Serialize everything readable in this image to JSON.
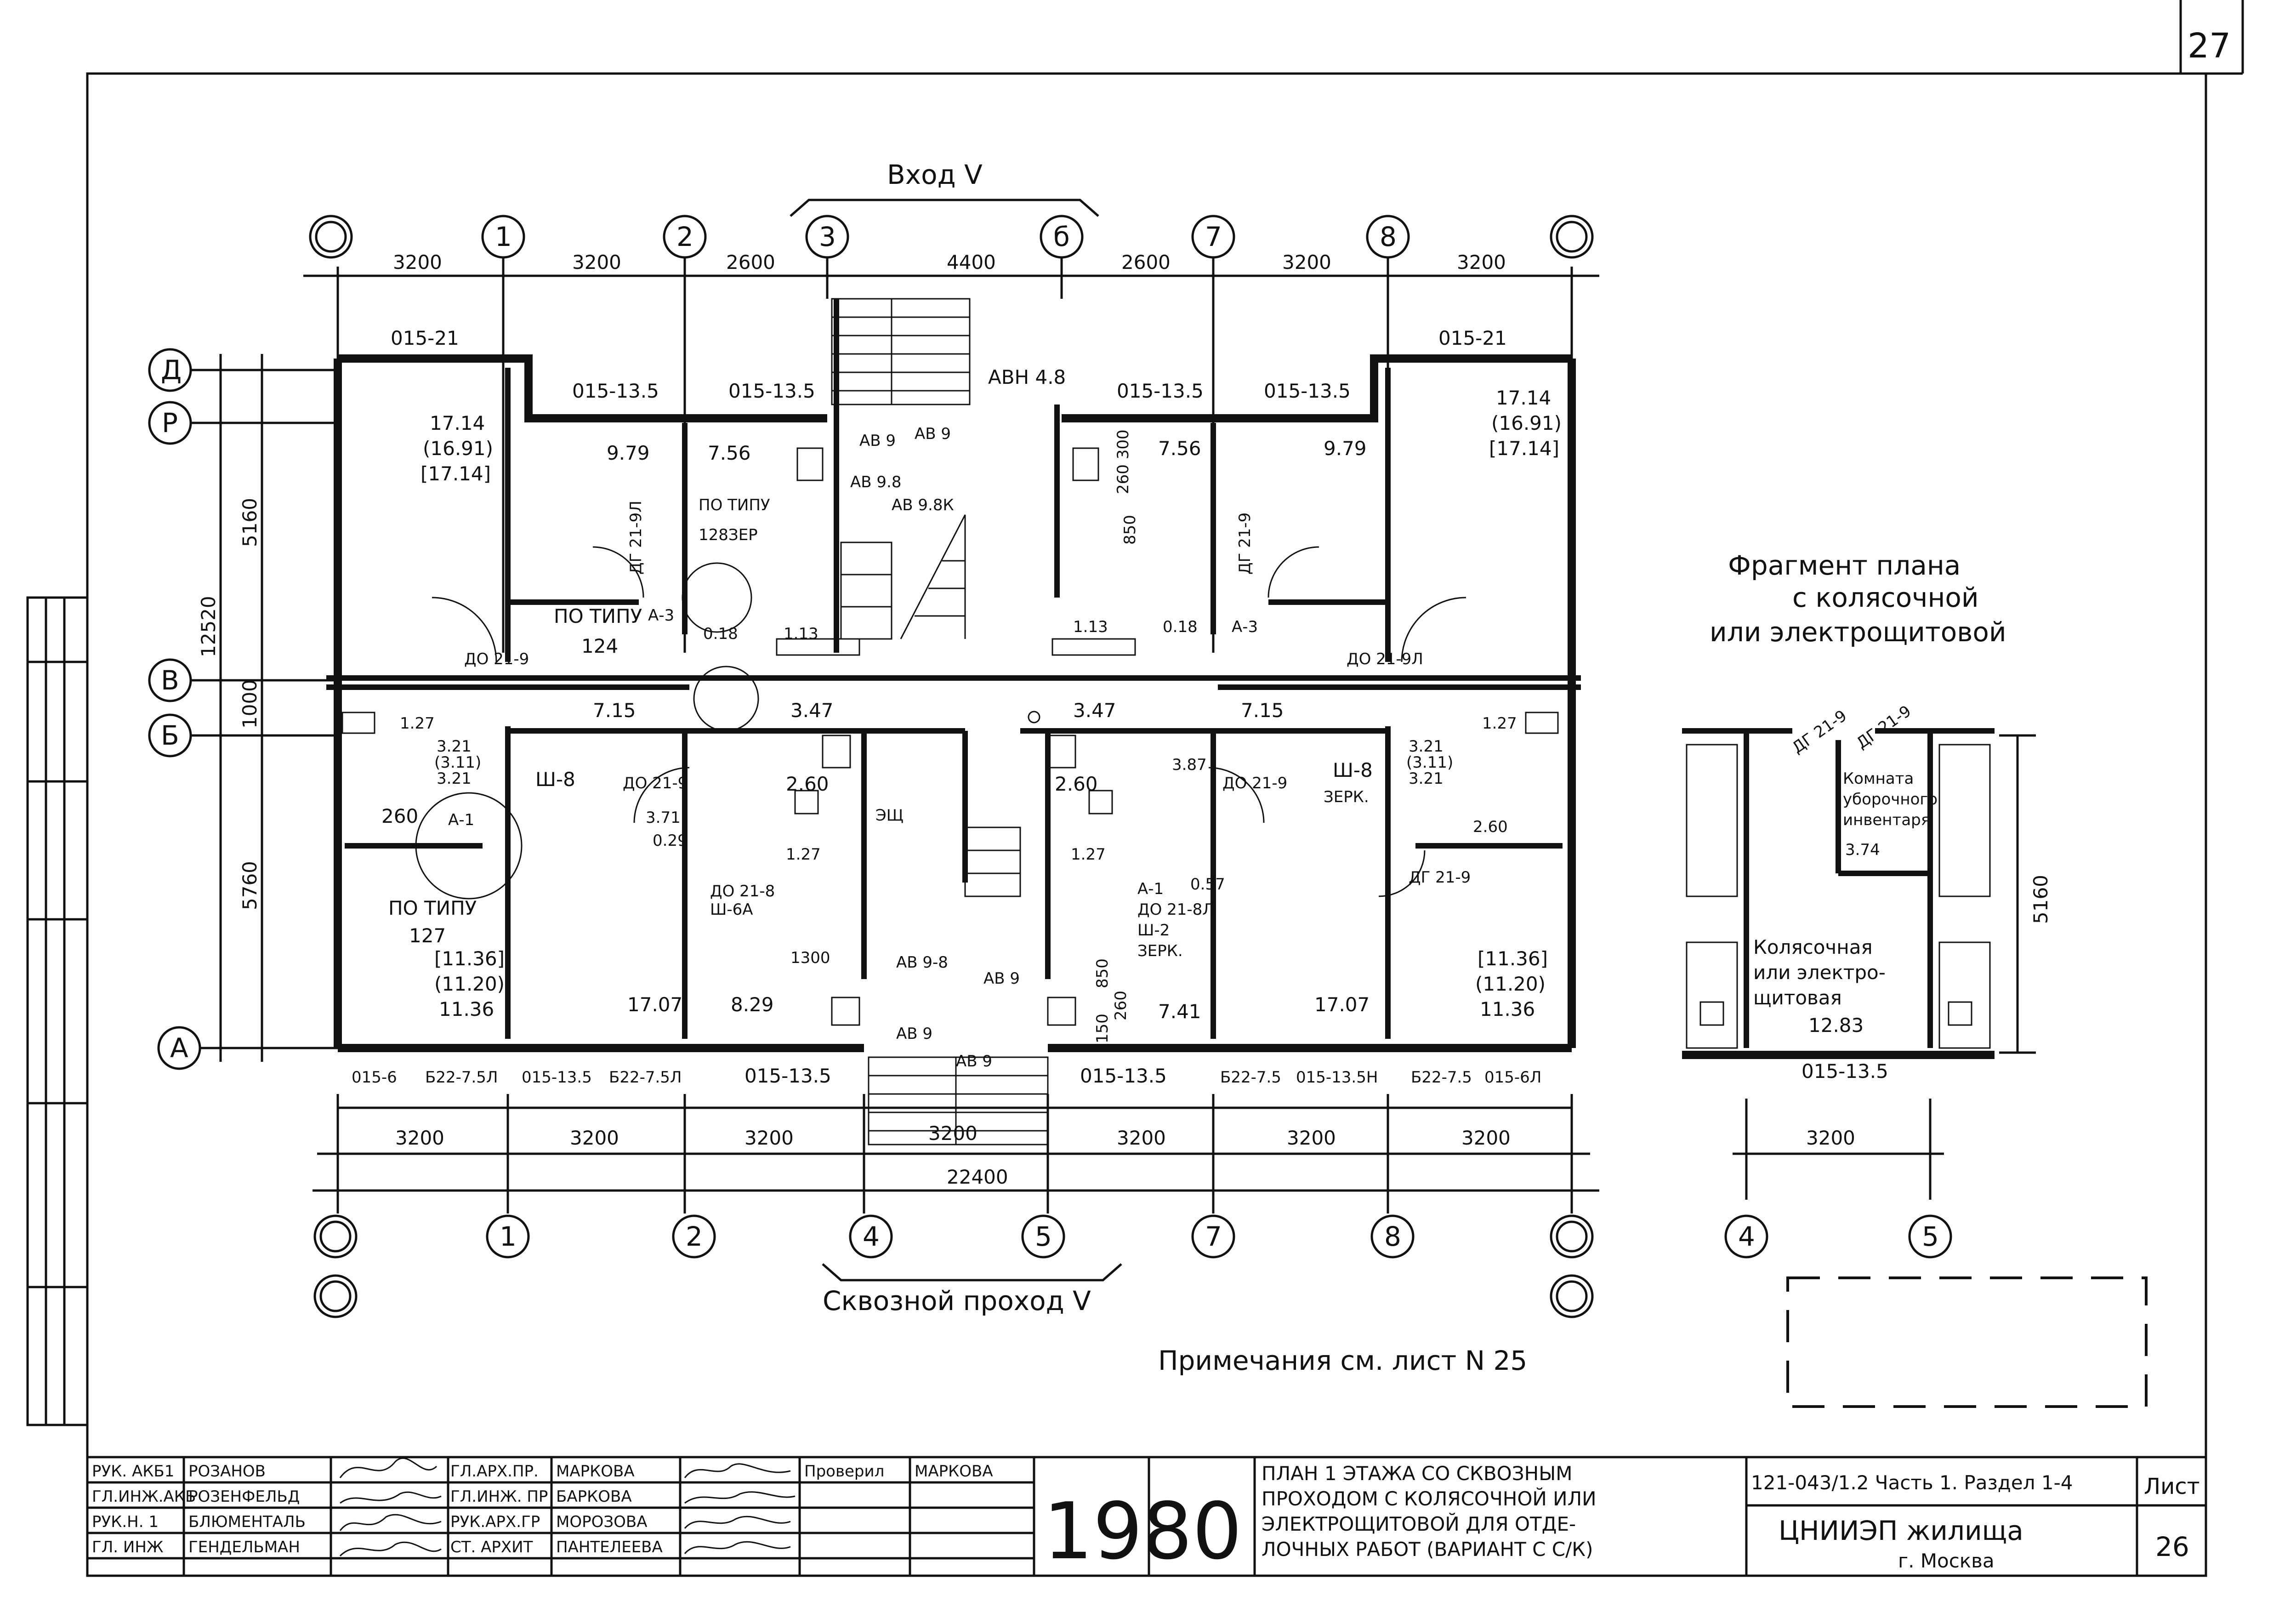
{
  "sheet": {
    "corner_number": "27",
    "entrance_label": "Вход V",
    "passage_label": "Сквозной проход V",
    "notes": "Примечания см. лист N 25",
    "fragment_title": [
      "Фрагмент плана",
      "с колясочной",
      "или электрощитовой"
    ]
  },
  "axes": {
    "top": [
      "1",
      "2",
      "3",
      "б",
      "7",
      "8"
    ],
    "bottom": [
      "1",
      "2",
      "4",
      "5",
      "7",
      "8"
    ],
    "left": [
      "Д",
      "Р",
      "В",
      "Б",
      "А"
    ],
    "fragment": [
      "4",
      "5"
    ]
  },
  "dimensions": {
    "top": [
      "3200",
      "3200",
      "2600",
      "4400",
      "2600",
      "3200",
      "3200"
    ],
    "bottom": [
      "3200",
      "3200",
      "3200",
      "3200",
      "3200",
      "3200",
      "3200"
    ],
    "total": "22400",
    "left_outer": "12520",
    "left_inner": [
      "5160",
      "1000",
      "5760"
    ],
    "fragment_width": "3200",
    "fragment_height": "5160"
  },
  "plan_labels": [
    "015-21",
    "015-13.5",
    "015-13.5",
    "АВН 4.8",
    "015-13.5",
    "015-13.5",
    "015-21",
    "17.14",
    "(16.91)",
    "[17.14]",
    "9.79",
    "7.56",
    "7.56",
    "9.79",
    "17.14",
    "(16.91)",
    "[17.14]",
    "ДГ 21-9Л",
    "ПО ТИПУ",
    "128ЗЕР",
    "АВ 9",
    "АВ 9",
    "АВ 9.8",
    "АВ 9.8К",
    "260 300",
    "850",
    "ДГ 21-9",
    "ПО ТИПУ",
    "124",
    "А-3",
    "0.18",
    "1.13",
    "1.13",
    "0.18",
    "А-3",
    "ДО 21-9",
    "ДО 21-9Л",
    "7.15",
    "3.47",
    "3.47",
    "7.15",
    "1.27",
    "3.21",
    "(3.11)",
    "3.21",
    "1.27",
    "3.21",
    "(3.11)",
    "3.21",
    "Ш-8",
    "ДО 21-9",
    "2.60",
    "3.71",
    "ЭЩ",
    "2.60",
    "3.87",
    "ДО 21-9",
    "Ш-8",
    "ЗЕРК.",
    "260",
    "А-1",
    "0.29",
    "1.27",
    "ДО 21-8",
    "Ш-6А",
    "1.27",
    "А-1",
    "0.57",
    "ДО 21-8Л",
    "Ш-2",
    "ЗЕРК.",
    "2.60",
    "ДГ 21-9",
    "ПО ТИПУ",
    "127",
    "1300",
    "АВ 9-8",
    "АВ 9",
    "АВ 9",
    "АВ 9",
    "850",
    "260",
    "150",
    "[11.36]",
    "(11.20)",
    "11.36",
    "17.07",
    "8.29",
    "7.41",
    "17.07",
    "[11.36]",
    "(11.20)",
    "11.36",
    "015-6",
    "Б22-7.5Л",
    "015-13.5",
    "Б22-7.5Л",
    "015-13.5",
    "015-13.5",
    "Б22-7.5",
    "015-13.5Н",
    "Б22-7.5",
    "015-6Л"
  ],
  "fragment_labels": [
    "ДГ 21-9",
    "ДГ 21-9",
    "Комната",
    "уборочного",
    "инвентаря",
    "3.74",
    "Колясочная",
    "или электро-",
    "щитовая",
    "12.83",
    "015-13.5"
  ],
  "title_block": {
    "roles": [
      {
        "role": "РУК. АКБ1",
        "name": "РОЗАНОВ"
      },
      {
        "role": "ГЛ.ИНЖ.АКБ",
        "name": "РОЗЕНФЕЛЬД"
      },
      {
        "role": "РУК.Н. 1",
        "name": "БЛЮМЕНТАЛЬ"
      },
      {
        "role": "ГЛ. ИНЖ",
        "name": "ГЕНДЕЛЬМАН"
      }
    ],
    "roles2": [
      {
        "role": "ГЛ.АРХ.ПР.",
        "name": "МАРКОВА"
      },
      {
        "role": "ГЛ.ИНЖ. ПР",
        "name": "БАРКОВА"
      },
      {
        "role": "РУК.АРХ.ГР",
        "name": "МОРОЗОВА"
      },
      {
        "role": "СТ. АРХИТ",
        "name": "ПАНТЕЛЕЕВА"
      }
    ],
    "checked_label": "Проверил",
    "checked_name": "МАРКОВА",
    "year": "1980",
    "title": [
      "ПЛАН 1 ЭТАЖА СО СКВОЗНЫМ",
      "ПРОХОДОМ С КОЛЯСОЧНОЙ ИЛИ",
      "ЭЛЕКТРОЩИТОВОЙ ДЛЯ ОТДЕ-",
      "ЛОЧНЫХ РАБОТ (ВАРИАНТ С С/К)"
    ],
    "project": "121-043/1.2 Часть 1. Раздел 1-4",
    "org": [
      "ЦНИИЭП жилища",
      "г. Москва"
    ],
    "sheet_label": "Лист",
    "sheet_no": "26"
  }
}
